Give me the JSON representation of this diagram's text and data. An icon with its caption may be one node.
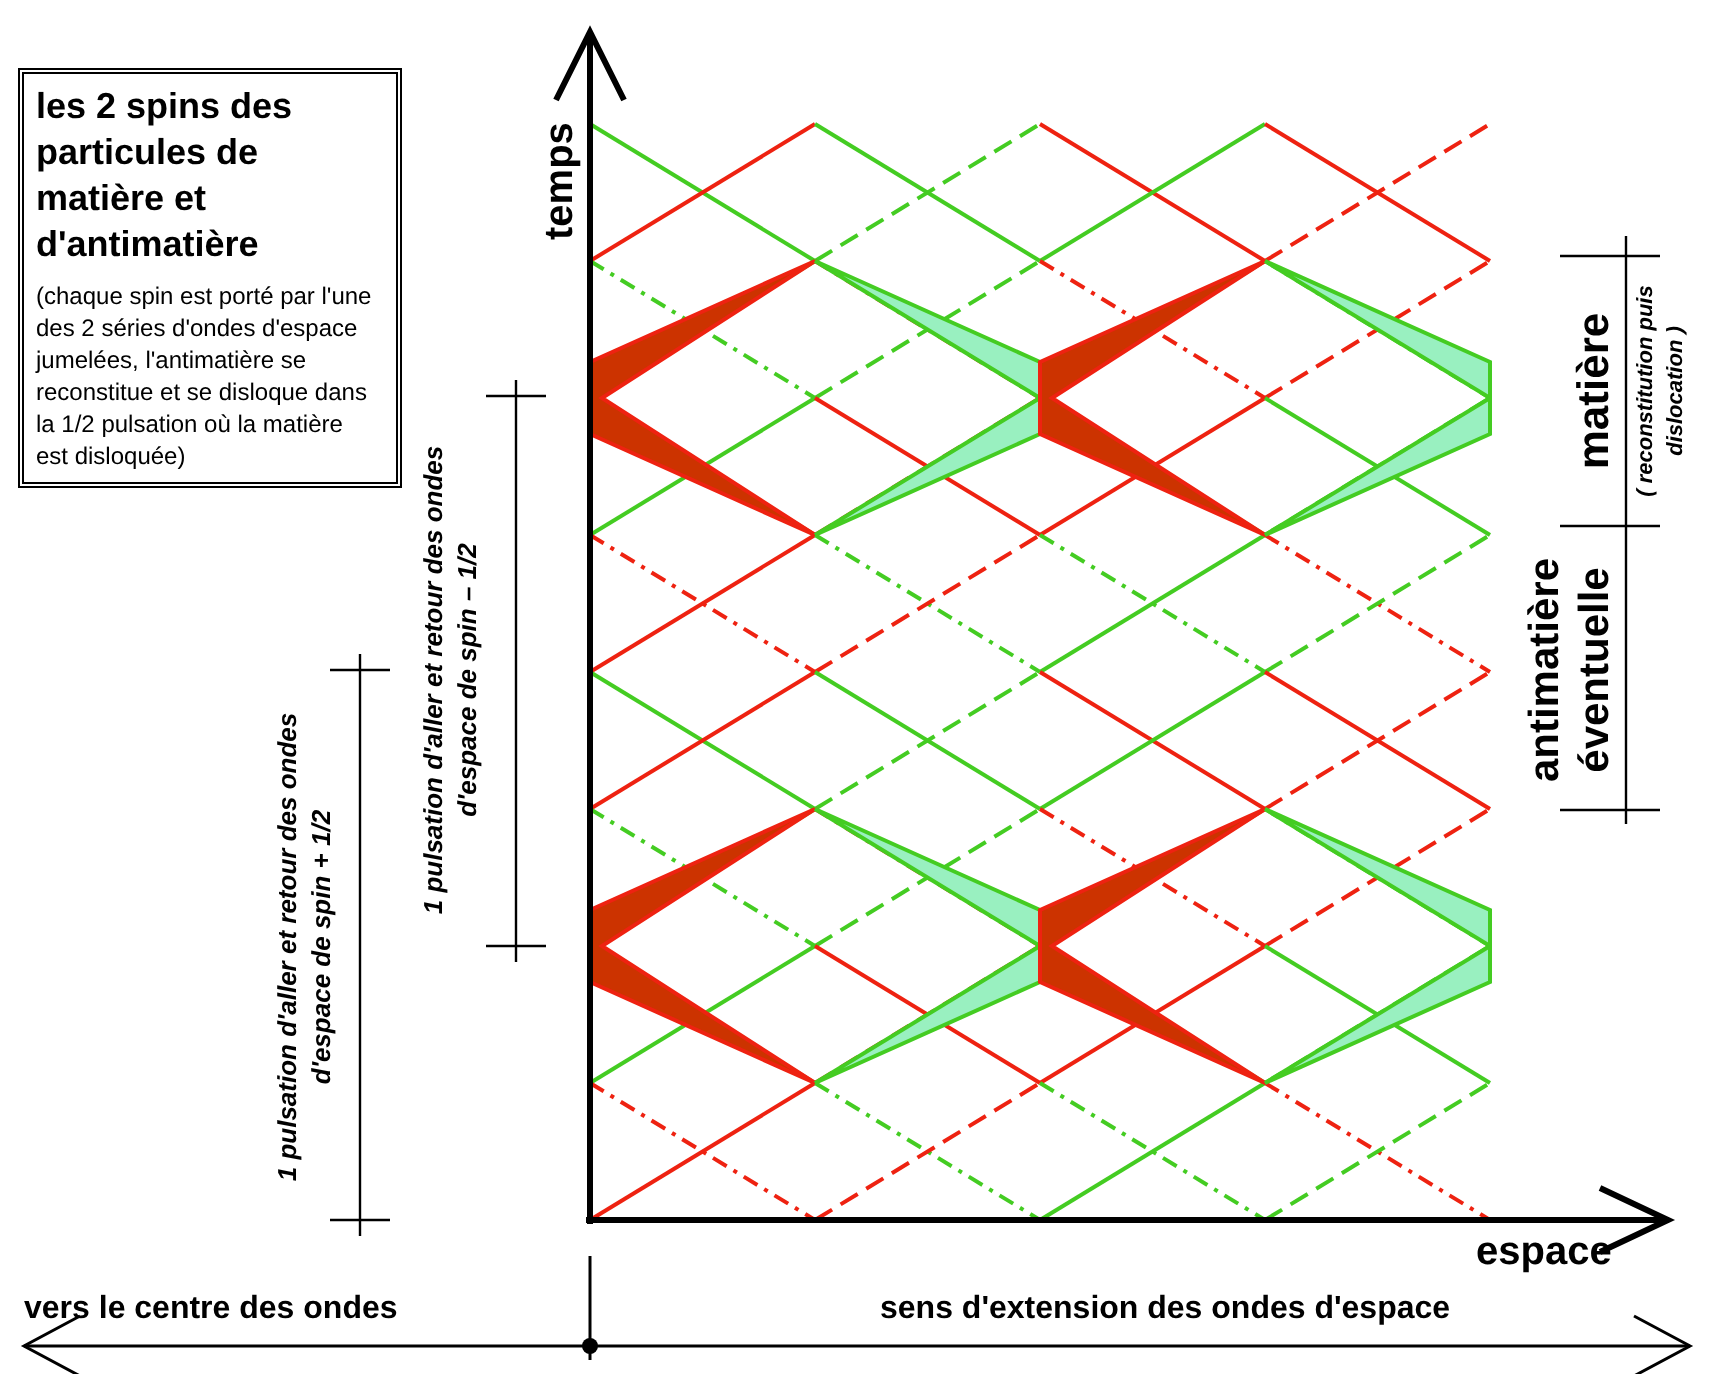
{
  "diagram": {
    "nodes": [
      {
        "text": [
          "les 2 spins des particules de matière et d'antimatière",
          "(chaque spin est porté par l'une des 2 séries d'ondes d'espace jumelées, l'antimatière se reconstitue et se disloque dans la 1/2 pulsation où la matière est disloquée)"
        ]
      }
    ],
    "labels": [
      "temps",
      "1 pulsation d'aller et retour des ondes d'espace de spin – 1/2",
      "1 pulsation d'aller et retour des ondes d'espace de spin + 1/2",
      "matière",
      "( reconstitution puis dislocation )",
      "antimatière",
      "éventuelle",
      "espace",
      "vers le centre des ondes",
      "sens d'extension des ondes d'espace"
    ]
  }
}
